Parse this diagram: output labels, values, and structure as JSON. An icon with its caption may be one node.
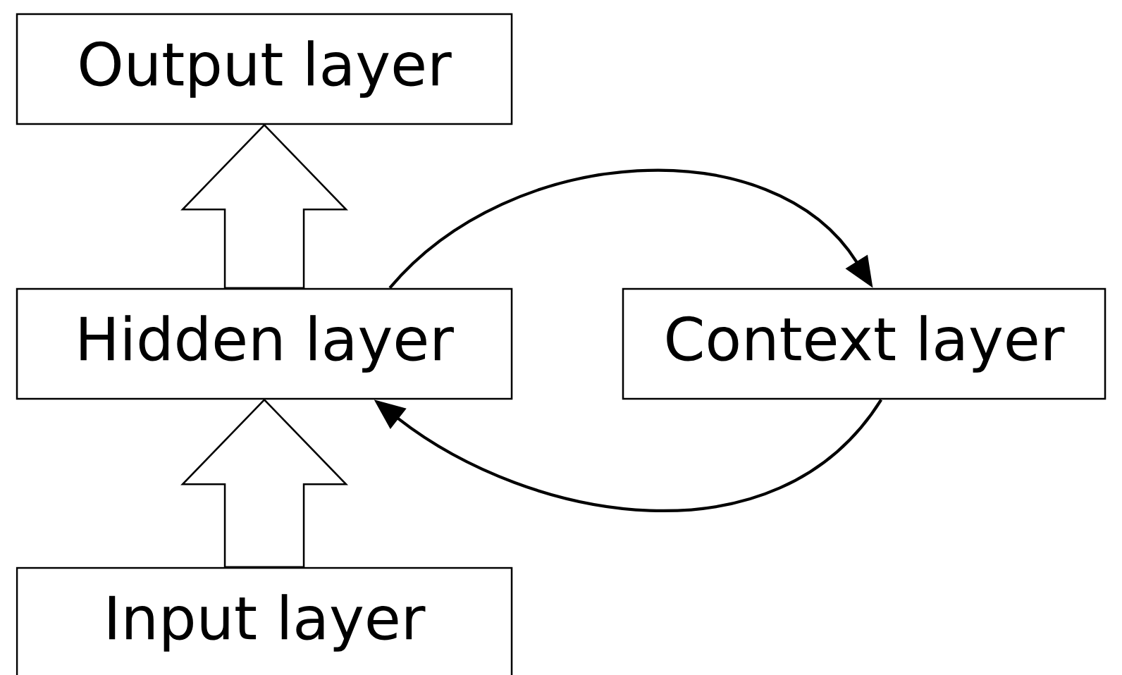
{
  "diagram": {
    "nodes": [
      {
        "text": [
          "Output layer"
        ]
      },
      {
        "text": [
          "Hidden layer"
        ]
      },
      {
        "text": [
          "Context layer"
        ]
      },
      {
        "text": [
          "Input layer"
        ]
      }
    ],
    "edges": [
      {
        "from": 3,
        "to": 1,
        "arrow": "to",
        "style": "thick"
      },
      {
        "from": 1,
        "to": 0,
        "arrow": "to",
        "style": "thick"
      },
      {
        "from": 1,
        "to": 2,
        "arrow": "to"
      },
      {
        "from": 2,
        "to": 1,
        "arrow": "to"
      }
    ]
  }
}
